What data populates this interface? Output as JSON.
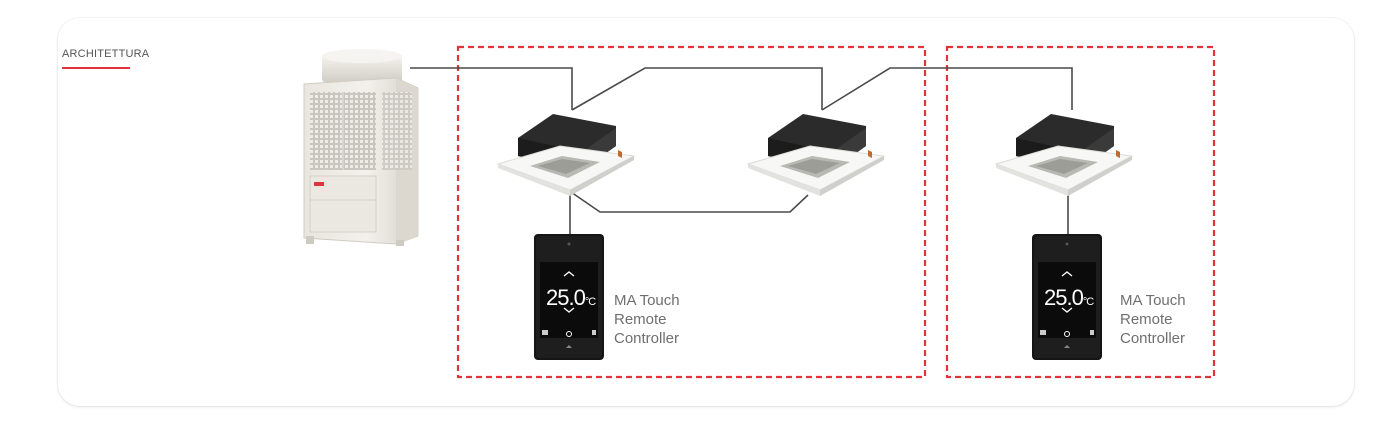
{
  "section": {
    "title": "ARCHITETTURA"
  },
  "controllers": [
    {
      "lines": [
        "MA Touch",
        "Remote",
        "Controller"
      ],
      "temperature": "25.0",
      "unit": "°C"
    },
    {
      "lines": [
        "MA Touch",
        "Remote",
        "Controller"
      ],
      "temperature": "25.0",
      "unit": "°C"
    }
  ],
  "colors": {
    "accent": "#e2323a",
    "group_border": "#e2323a",
    "wire": "#4a4a4a"
  },
  "icons": [
    "outdoor-unit-icon",
    "cassette-unit-icon",
    "remote-controller-icon"
  ]
}
